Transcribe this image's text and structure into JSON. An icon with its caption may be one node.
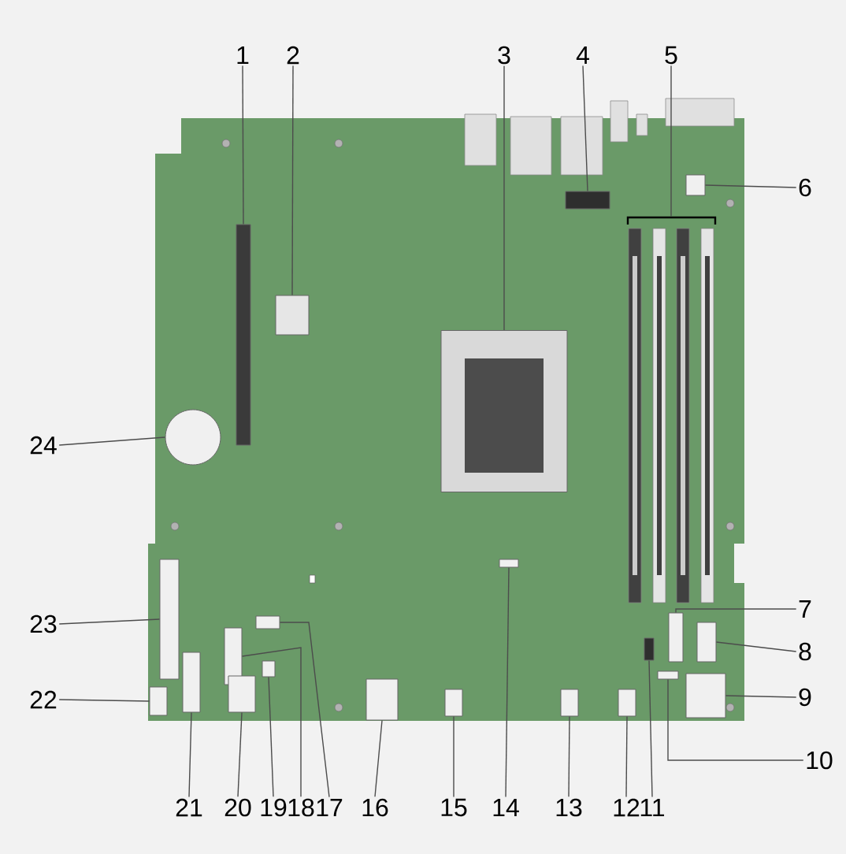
{
  "diagram": {
    "nodes": [
      {
        "text": [
          "1"
        ]
      },
      {
        "text": [
          "2"
        ]
      },
      {
        "text": [
          "3"
        ]
      },
      {
        "text": [
          "4"
        ]
      },
      {
        "text": [
          "5"
        ]
      },
      {
        "text": [
          "6"
        ]
      },
      {
        "text": [
          "7"
        ]
      },
      {
        "text": [
          "8"
        ]
      },
      {
        "text": [
          "9"
        ]
      },
      {
        "text": [
          "10"
        ]
      },
      {
        "text": [
          "11"
        ]
      },
      {
        "text": [
          "12"
        ]
      },
      {
        "text": [
          "13"
        ]
      },
      {
        "text": [
          "14"
        ]
      },
      {
        "text": [
          "15"
        ]
      },
      {
        "text": [
          "16"
        ]
      },
      {
        "text": [
          "17"
        ]
      },
      {
        "text": [
          "18"
        ]
      },
      {
        "text": [
          "19"
        ]
      },
      {
        "text": [
          "20"
        ]
      },
      {
        "text": [
          "21"
        ]
      },
      {
        "text": [
          "22"
        ]
      },
      {
        "text": [
          "23"
        ]
      },
      {
        "text": [
          "24"
        ]
      },
      {
        "text": [],
        "shape": "bar"
      },
      {
        "text": [],
        "shape": "box"
      },
      {
        "text": [],
        "shape": "box"
      },
      {
        "text": [],
        "shape": "box"
      },
      {
        "text": [],
        "shape": "box"
      },
      {
        "text": [],
        "shape": "box"
      },
      {
        "text": [],
        "shape": "bar"
      },
      {
        "text": [],
        "shape": "box"
      },
      {
        "text": [],
        "shape": "box"
      },
      {
        "text": [],
        "shape": "box"
      },
      {
        "text": [],
        "shape": "box"
      },
      {
        "text": [],
        "shape": "box"
      },
      {
        "text": [],
        "shape": "box"
      },
      {
        "text": [],
        "shape": "box"
      },
      {
        "text": [],
        "shape": "box"
      },
      {
        "text": [],
        "shape": "box"
      },
      {
        "text": [],
        "shape": "box"
      },
      {
        "text": [],
        "shape": "box"
      },
      {
        "text": [],
        "shape": "box"
      },
      {
        "text": [],
        "shape": "box"
      },
      {
        "text": [],
        "shape": "bar"
      },
      {
        "text": [],
        "shape": "box"
      },
      {
        "text": [],
        "shape": "bar"
      },
      {
        "text": [],
        "shape": "circle"
      }
    ],
    "edges": [
      {
        "from": 0,
        "to": 24,
        "arrow": "none"
      },
      {
        "from": 1,
        "to": 25,
        "arrow": "none"
      },
      {
        "from": 2,
        "to": 26,
        "arrow": "none"
      },
      {
        "from": 3,
        "to": 27,
        "arrow": "none"
      },
      {
        "from": 4,
        "to": 28,
        "arrow": "none"
      },
      {
        "from": 5,
        "to": 29,
        "arrow": "none"
      },
      {
        "from": 6,
        "to": 30,
        "arrow": "none"
      },
      {
        "from": 7,
        "to": 31,
        "arrow": "none"
      },
      {
        "from": 8,
        "to": 32,
        "arrow": "none"
      },
      {
        "from": 9,
        "to": 33,
        "arrow": "none"
      },
      {
        "from": 10,
        "to": 34,
        "arrow": "none"
      },
      {
        "from": 11,
        "to": 35,
        "arrow": "none"
      },
      {
        "from": 12,
        "to": 36,
        "arrow": "none"
      },
      {
        "from": 13,
        "to": 37,
        "arrow": "none"
      },
      {
        "from": 14,
        "to": 38,
        "arrow": "none"
      },
      {
        "from": 15,
        "to": 39,
        "arrow": "none"
      },
      {
        "from": 16,
        "to": 40,
        "arrow": "none"
      },
      {
        "from": 17,
        "to": 41,
        "arrow": "none"
      },
      {
        "from": 18,
        "to": 42,
        "arrow": "none"
      },
      {
        "from": 19,
        "to": 43,
        "arrow": "none"
      },
      {
        "from": 20,
        "to": 44,
        "arrow": "none"
      },
      {
        "from": 21,
        "to": 45,
        "arrow": "none"
      },
      {
        "from": 22,
        "to": 46,
        "arrow": "none"
      },
      {
        "from": 23,
        "to": 47,
        "arrow": "none"
      }
    ]
  }
}
